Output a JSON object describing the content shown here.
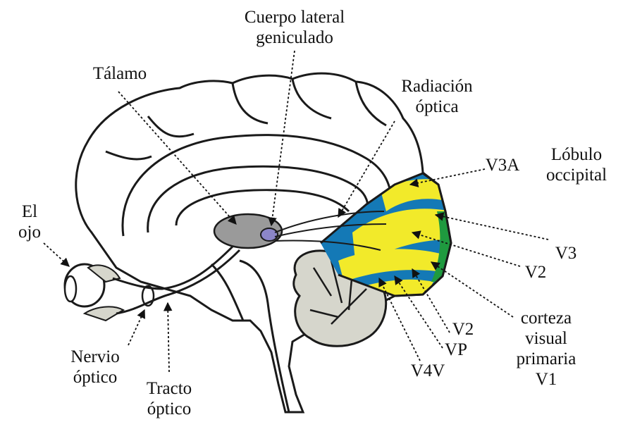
{
  "labels": {
    "cuerpo_lateral": "Cuerpo lateral\ngeniculado",
    "talamo": "Tálamo",
    "radiacion": "Radiación\nóptica",
    "lobulo": "Lóbulo\noccipital",
    "v3a": "V3A",
    "el_ojo": "El\nojo",
    "v3": "V3",
    "v2_upper": "V2",
    "corteza": "corteza\nvisual\nprimaria\nV1",
    "v2_lower": "V2",
    "vp": "VP",
    "v4v": "V4V",
    "nervio": "Nervio\nóptico",
    "tracto": "Tracto\nóptico"
  },
  "colors": {
    "outline": "#1a1a1a",
    "cortex_yellow": "#f2ea2a",
    "cortex_blue": "#1479b6",
    "cortex_green": "#1f9a3f",
    "gray_matter": "#d6d6cc",
    "thalamus": "#9a9a9a",
    "lgn": "#8c86c8"
  }
}
